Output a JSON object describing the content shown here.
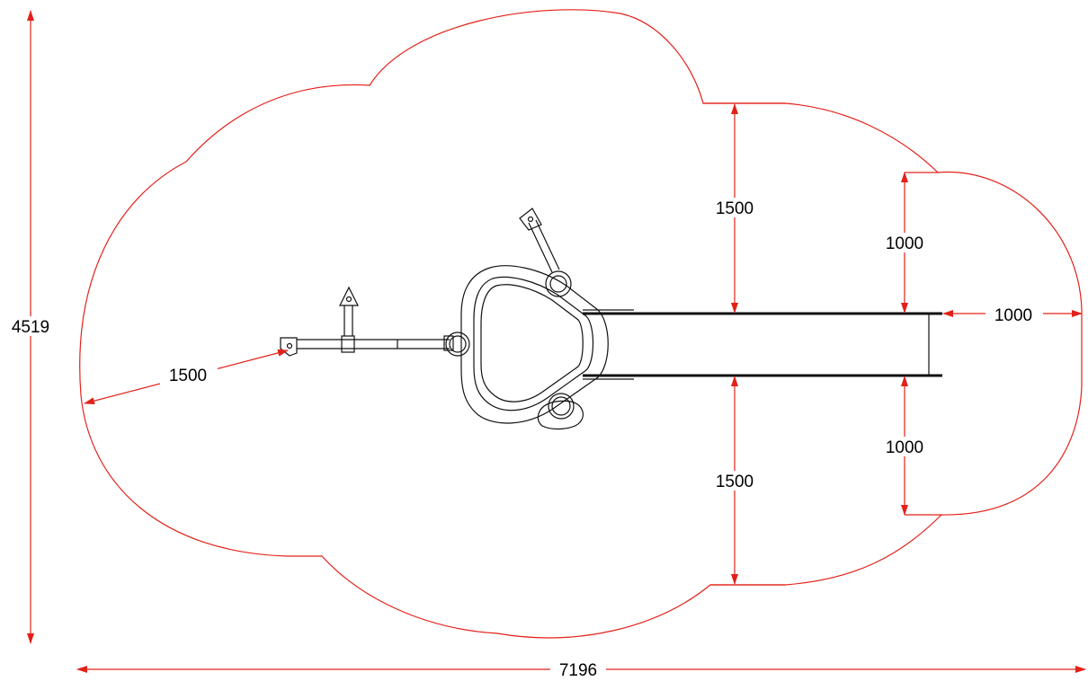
{
  "drawing": {
    "colors": {
      "dimension": "#e32119",
      "equipment": "#111111",
      "background": "#ffffff"
    },
    "dimensions": {
      "total_width": "7196",
      "total_height": "4519",
      "top_clearance": "1500",
      "bottom_clearance": "1500",
      "top_right_clearance": "1000",
      "bottom_right_clearance": "1000",
      "end_clearance": "1000",
      "left_clearance": "1500"
    }
  }
}
